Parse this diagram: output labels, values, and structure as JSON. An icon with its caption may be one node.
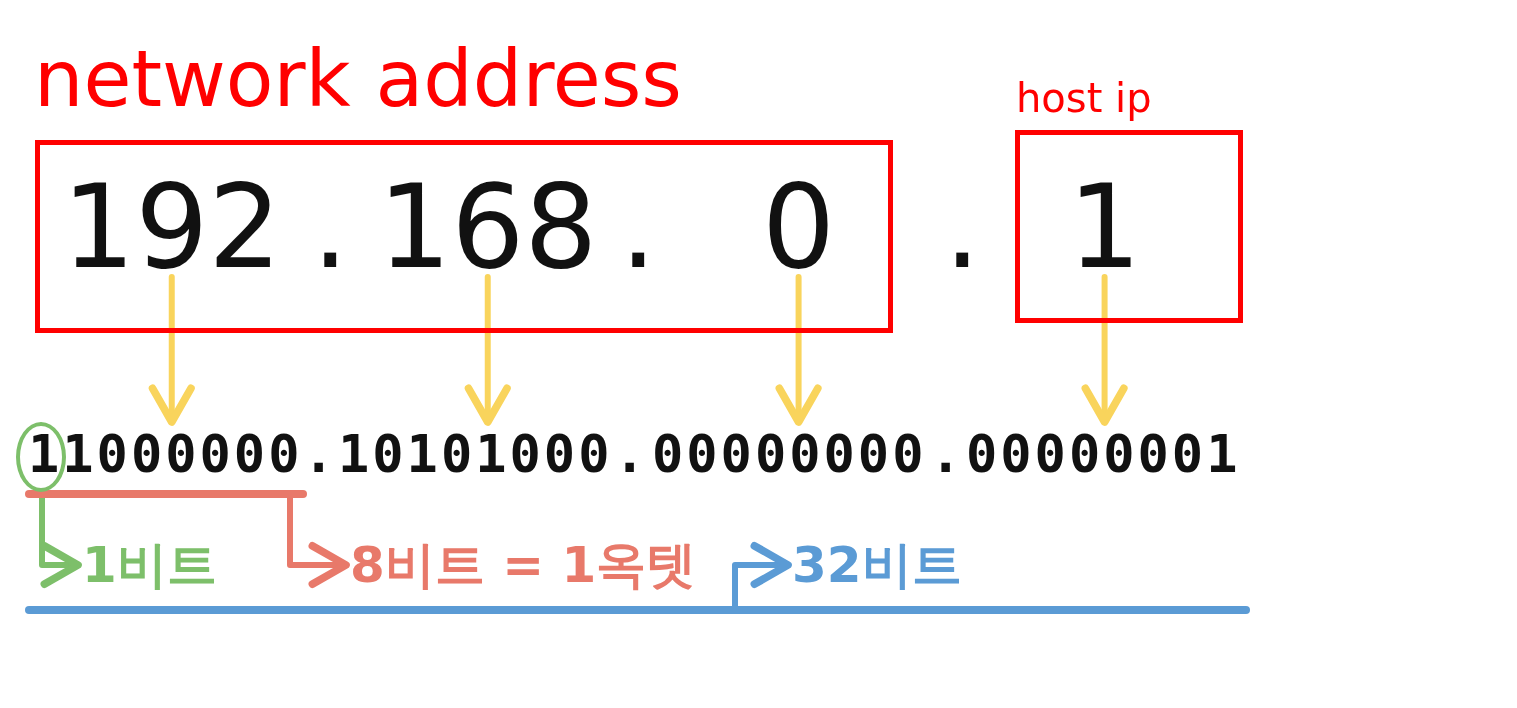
{
  "diagram": {
    "nodes": [
      {
        "text": [
          "network address"
        ]
      },
      {
        "text": [
          "192"
        ],
        "in": 0
      },
      {
        "text": [
          "168"
        ],
        "in": 0
      },
      {
        "text": [
          "0"
        ],
        "in": 0
      },
      {
        "text": [
          "host ip"
        ]
      },
      {
        "text": [
          "1"
        ],
        "in": 4
      },
      {
        "text": [
          "11000000"
        ]
      },
      {
        "text": [
          "10101000"
        ]
      },
      {
        "text": [
          "00000000"
        ]
      },
      {
        "text": [
          "00000001"
        ]
      },
      {
        "text": [],
        "shape": "circle"
      },
      {
        "text": [
          "1비트"
        ]
      },
      {
        "text": [],
        "shape": "bar"
      },
      {
        "text": [
          "8비트 = 1옥텟"
        ]
      },
      {
        "text": [],
        "shape": "bar"
      },
      {
        "text": [
          "32비트"
        ]
      }
    ],
    "edges": [
      {
        "from": 1,
        "to": 6,
        "arrow": "to"
      },
      {
        "from": 2,
        "to": 7,
        "arrow": "to"
      },
      {
        "from": 3,
        "to": 8,
        "arrow": "to"
      },
      {
        "from": 5,
        "to": 9,
        "arrow": "to"
      },
      {
        "from": 10,
        "to": 11,
        "arrow": "to",
        "color": "#7dbf6a"
      },
      {
        "from": 12,
        "to": 13,
        "arrow": "to",
        "color": "#e8796a"
      },
      {
        "from": 14,
        "to": 15,
        "arrow": "to",
        "color": "#5b9bd5"
      }
    ],
    "labels": [
      ".",
      ".",
      ".",
      ".",
      ".",
      "."
    ]
  }
}
